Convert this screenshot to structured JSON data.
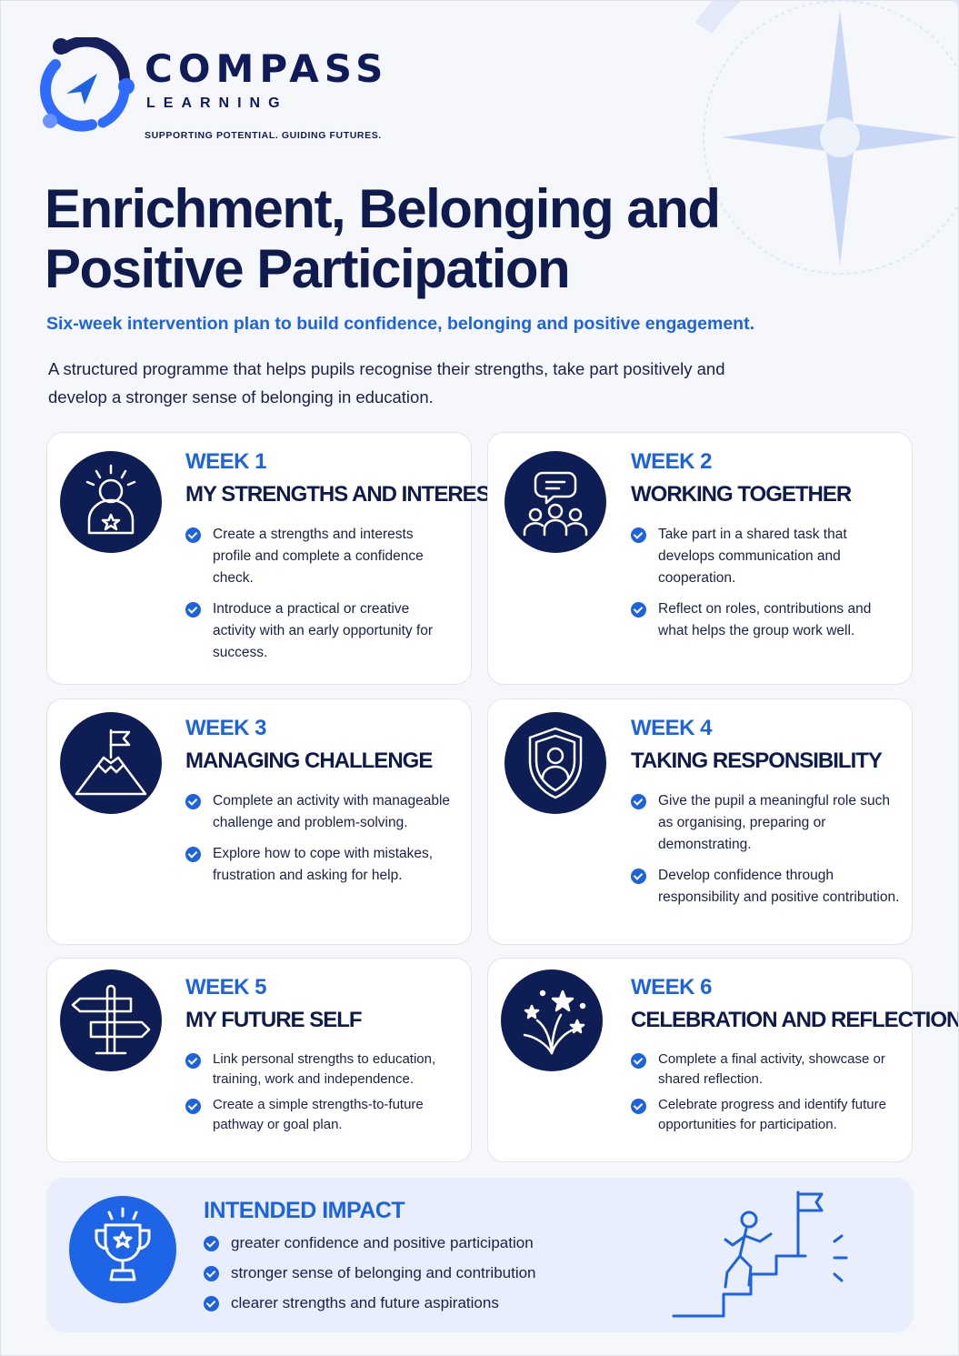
{
  "brand": {
    "name": "COMPASS",
    "sub": "LEARNING",
    "tagline": "SUPPORTING POTENTIAL. GUIDING FUTURES."
  },
  "title": "Enrichment, Belonging and Positive Participation",
  "subtitle": "Six-week intervention plan to build confidence, belonging and positive engagement.",
  "intro": "A structured programme that helps pupils recognise their strengths, take part positively and develop a stronger sense of belonging in education.",
  "weeks": [
    {
      "label": "WEEK 1",
      "title": "MY STRENGTHS AND INTERESTS",
      "icon": "person-star-icon",
      "points": [
        "Create a strengths and interests profile and complete a confidence check.",
        "Introduce a practical or creative activity with an early opportunity for success."
      ]
    },
    {
      "label": "WEEK 2",
      "title": "WORKING TOGETHER",
      "icon": "group-chat-icon",
      "points": [
        "Take part in a shared task that develops communication and cooperation.",
        "Reflect on roles, contributions and what helps the group work well."
      ]
    },
    {
      "label": "WEEK 3",
      "title": "MANAGING CHALLENGE",
      "icon": "mountain-flag-icon",
      "points": [
        "Complete an activity with manageable challenge and problem-solving.",
        "Explore how to cope with mistakes, frustration and asking for help."
      ]
    },
    {
      "label": "WEEK 4",
      "title": "TAKING RESPONSIBILITY",
      "icon": "shield-person-icon",
      "points": [
        "Give the pupil a meaningful role such as organising, preparing or demonstrating.",
        "Develop confidence through responsibility and positive contribution."
      ]
    },
    {
      "label": "WEEK 5",
      "title": "MY FUTURE SELF",
      "icon": "signpost-icon",
      "points": [
        "Link personal strengths to education, training, work and independence.",
        "Create a simple strengths-to-future pathway or goal plan."
      ]
    },
    {
      "label": "WEEK 6",
      "title": "CELEBRATION AND REFLECTION",
      "icon": "fireworks-icon",
      "points": [
        "Complete a final activity, showcase or shared reflection.",
        "Celebrate progress and identify future opportunities for participation."
      ]
    }
  ],
  "impact": {
    "title": "INTENDED IMPACT",
    "icon": "trophy-icon",
    "points": [
      "greater confidence and positive participation",
      "stronger sense of belonging and contribution",
      "clearer strengths and future aspirations"
    ]
  },
  "colors": {
    "navy": "#0f1b4d",
    "accent_blue": "#1d63e0",
    "impact_bg": "#e8eefb"
  }
}
